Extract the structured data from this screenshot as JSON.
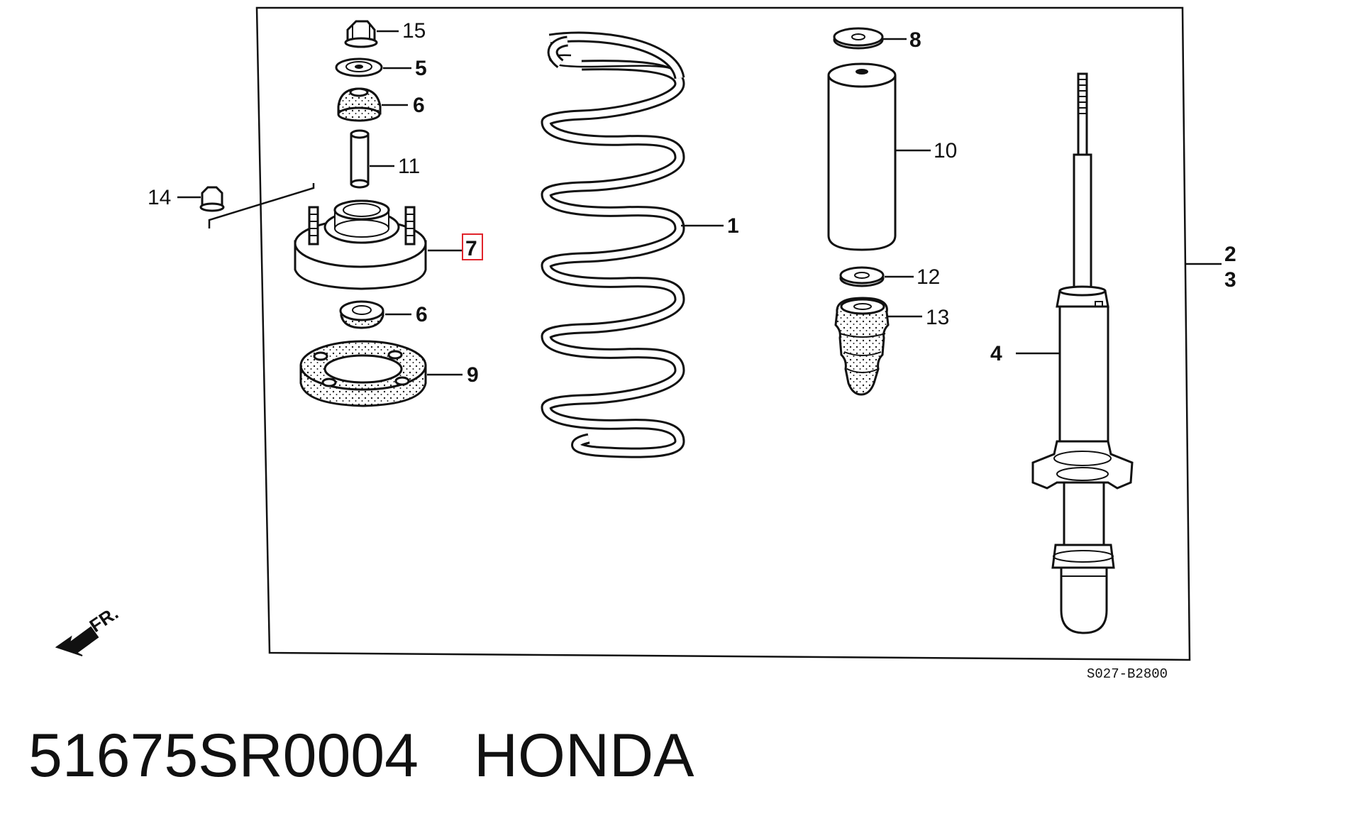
{
  "parts": {
    "p1": "1",
    "p2": "2",
    "p3": "3",
    "p4": "4",
    "p5": "5",
    "p6a": "6",
    "p6b": "6",
    "p7": "7",
    "p8": "8",
    "p9": "9",
    "p10": "10",
    "p11": "11",
    "p12": "12",
    "p13": "13",
    "p14": "14",
    "p15": "15"
  },
  "front_indicator": "FR.",
  "diagram_code": "S027-B2800",
  "part_number": "51675SR0004",
  "brand": "HONDA",
  "highlight_color": "#e0242b"
}
